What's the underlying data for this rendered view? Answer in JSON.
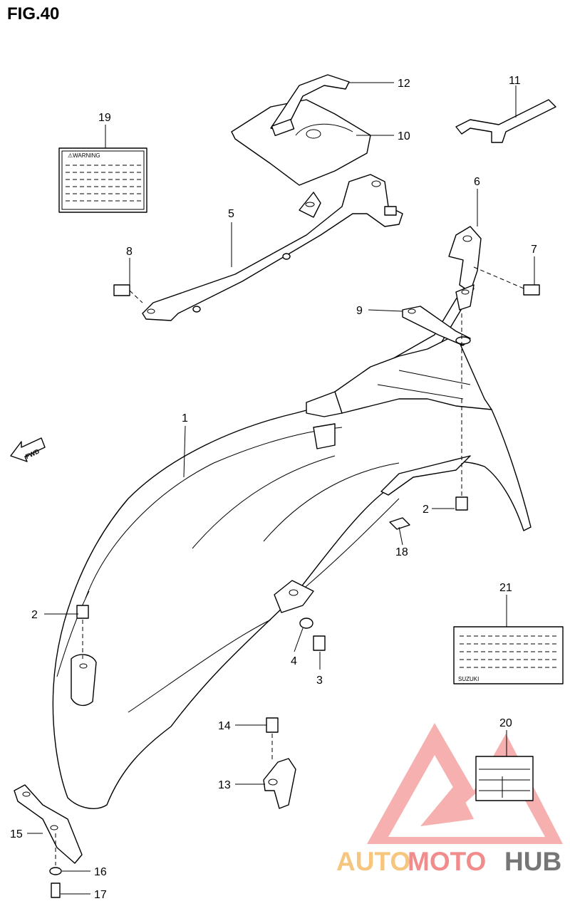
{
  "figure": {
    "title": "FIG.40"
  },
  "direction_marker": {
    "label": "FWD"
  },
  "labels": {
    "warning_label_heading": "⚠WARNING",
    "manufacturer_label": "SUZUKI"
  },
  "callouts": [
    {
      "id": "c1",
      "number": "1"
    },
    {
      "id": "c2a",
      "number": "2"
    },
    {
      "id": "c2b",
      "number": "2"
    },
    {
      "id": "c3",
      "number": "3"
    },
    {
      "id": "c4",
      "number": "4"
    },
    {
      "id": "c5",
      "number": "5"
    },
    {
      "id": "c6",
      "number": "6"
    },
    {
      "id": "c7",
      "number": "7"
    },
    {
      "id": "c8",
      "number": "8"
    },
    {
      "id": "c9",
      "number": "9"
    },
    {
      "id": "c10",
      "number": "10"
    },
    {
      "id": "c11",
      "number": "11"
    },
    {
      "id": "c12",
      "number": "12"
    },
    {
      "id": "c13",
      "number": "13"
    },
    {
      "id": "c14",
      "number": "14"
    },
    {
      "id": "c15",
      "number": "15"
    },
    {
      "id": "c16",
      "number": "16"
    },
    {
      "id": "c17",
      "number": "17"
    },
    {
      "id": "c18",
      "number": "18"
    },
    {
      "id": "c19",
      "number": "19"
    },
    {
      "id": "c20",
      "number": "20"
    },
    {
      "id": "c21",
      "number": "21"
    }
  ],
  "watermark": {
    "text_part1": "AUTO",
    "text_part2": "MOTO",
    "text_part3": "HUB",
    "colors": {
      "primary": "#f07070",
      "secondary": "#f5b860",
      "dark": "#555555"
    }
  }
}
